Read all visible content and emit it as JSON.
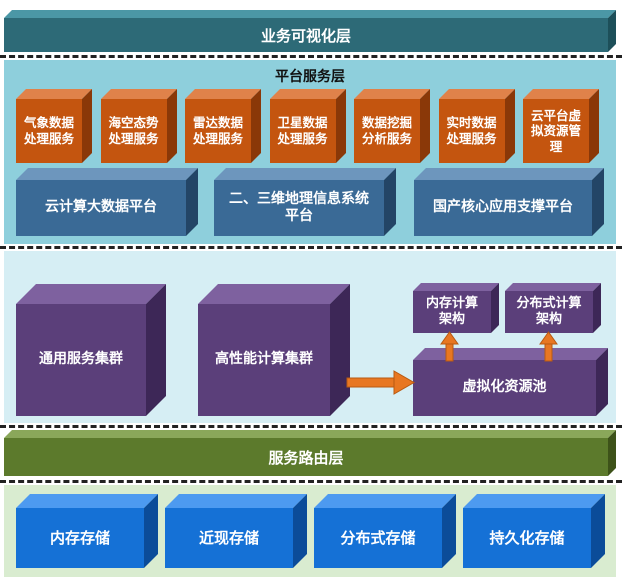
{
  "layers": {
    "visualization": {
      "title": "业务可视化层"
    },
    "platform": {
      "title": "平台服务层",
      "services": [
        "气象数据处理服务",
        "海空态势处理服务",
        "雷达数据处理服务",
        "卫星数据处理服务",
        "数据挖掘分析服务",
        "实时数据处理服务",
        "云平台虚拟资源管理"
      ],
      "platforms": [
        "云计算大数据平台",
        "二、三维地理信息系统平台",
        "国产核心应用支撑平台"
      ]
    },
    "compute": {
      "general_cluster": "通用服务集群",
      "hpc_cluster": "高性能计算集群",
      "memory_arch": "内存计算架构",
      "distributed_arch": "分布式计算架构",
      "virtual_pool": "虚拟化资源池"
    },
    "routing": {
      "title": "服务路由层"
    },
    "storage": {
      "items": [
        "内存存储",
        "近现存储",
        "分布式存储",
        "持久化存储"
      ]
    }
  },
  "colors": {
    "vis_bar": "#2d6a77",
    "platform_bg": "#8ecfdc",
    "service_front": "#c4550f",
    "platform_front": "#3a6a96",
    "compute_bg": "#d6eef4",
    "compute_front": "#5b3f7a",
    "routing_bar": "#5c7a2c",
    "storage_bg": "#d9ecd0",
    "storage_front": "#1571d6",
    "arrow": "#e87722"
  }
}
